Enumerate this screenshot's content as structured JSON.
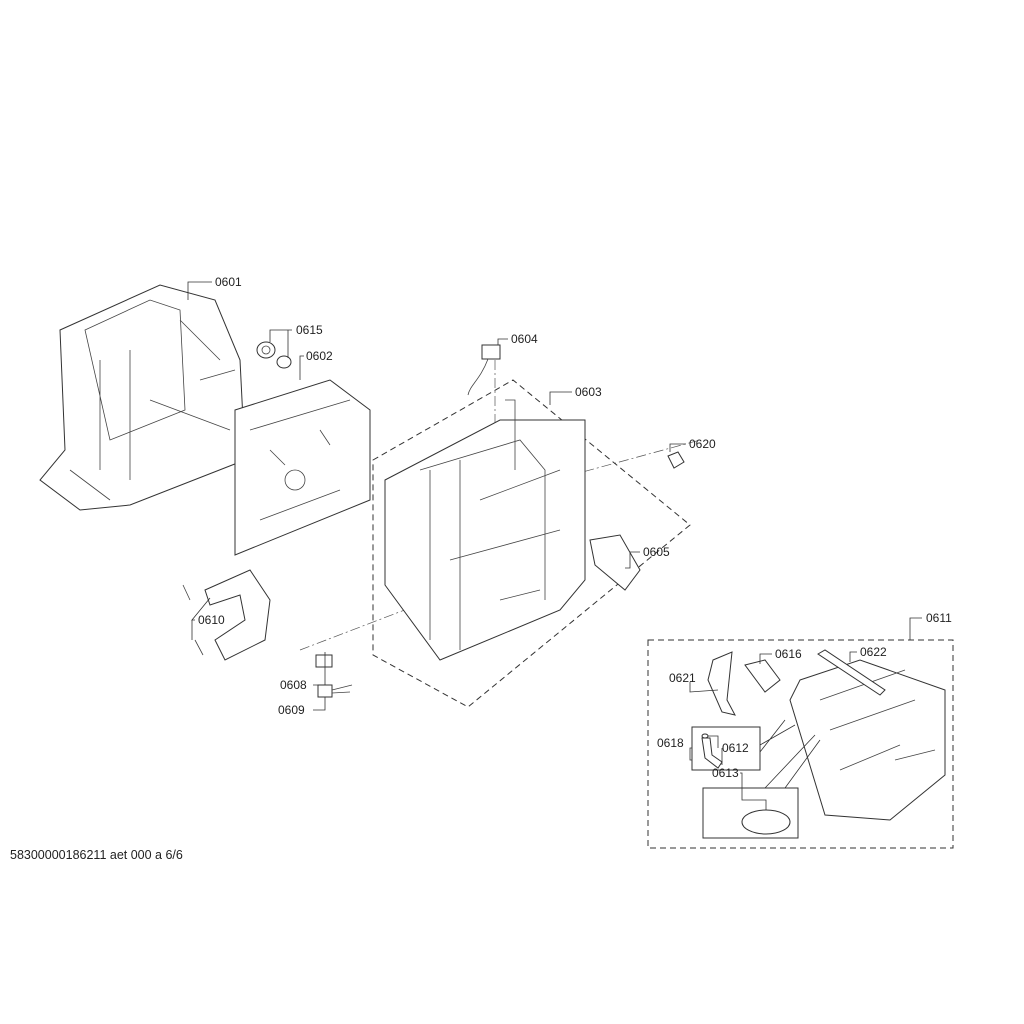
{
  "labels": {
    "p0601": "0601",
    "p0602": "0602",
    "p0603": "0603",
    "p0604": "0604",
    "p0605": "0605",
    "p0608": "0608",
    "p0609": "0609",
    "p0610": "0610",
    "p0611": "0611",
    "p0612": "0612",
    "p0613": "0613",
    "p0615": "0615",
    "p0616": "0616",
    "p0618": "0618",
    "p0620": "0620",
    "p0621": "0621",
    "p0622": "0622"
  },
  "footer": "58300000186211 aet 000 a 6/6"
}
